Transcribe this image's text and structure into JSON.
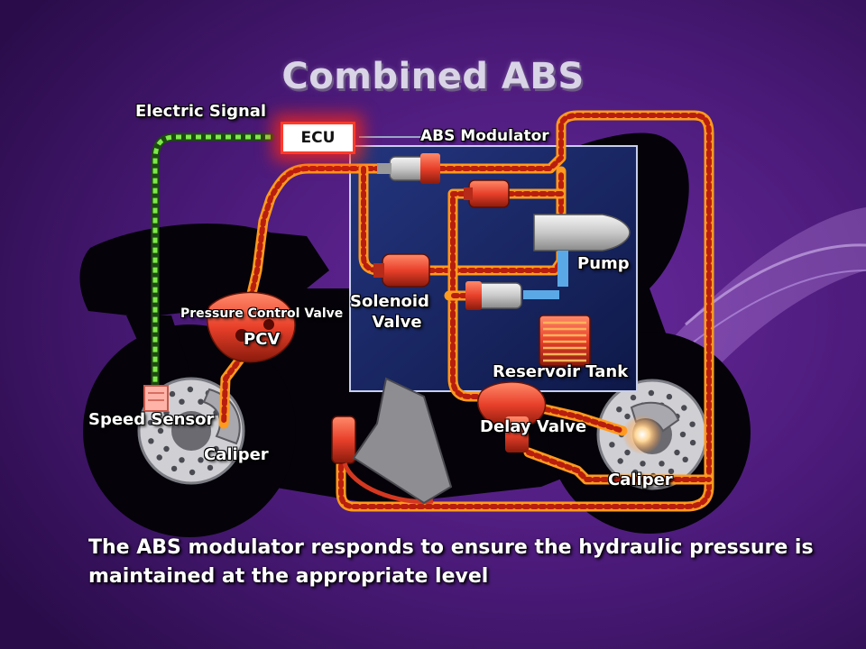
{
  "title": "Combined ABS",
  "ecu_label": "ECU",
  "labels": {
    "electric_signal": "Electric Signal",
    "abs_modulator": "ABS Modulator",
    "pump": "Pump",
    "solenoid_valve_line1": "Solenoid",
    "solenoid_valve_line2": "Valve",
    "pressure_control_valve": "Pressure Control Valve",
    "pcv": "PCV",
    "reservoir_tank": "Reservoir Tank",
    "speed_sensor": "Speed Sensor",
    "caliper_front": "Caliper",
    "delay_valve": "Delay Valve",
    "caliper_rear": "Caliper"
  },
  "caption_line1": "The ABS modulator responds to ensure the hydraulic pressure is",
  "caption_line2": "maintained at the appropriate level",
  "colors": {
    "background": "#3a1560",
    "hydraulic_line": "#ff9a1e",
    "hydraulic_dash": "#b81e0e",
    "signal_line": "#6ee040",
    "modulator_panel": "#1b2a6e",
    "ecu_glow": "#ff3a2a",
    "valve_red": "#e8402a"
  }
}
